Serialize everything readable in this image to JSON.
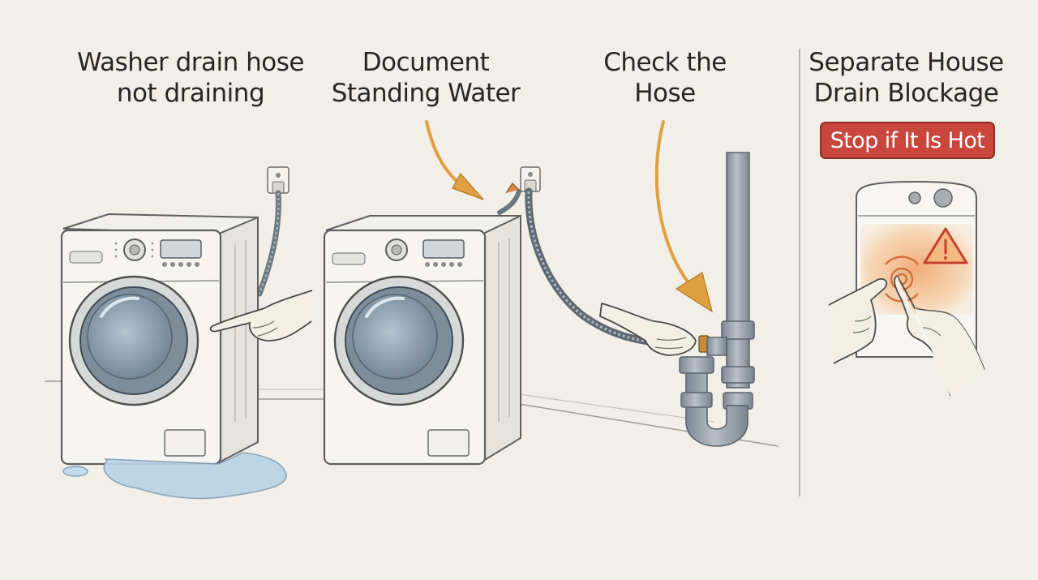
{
  "panels": [
    {
      "title_lines": [
        "Washer drain hose",
        "not draining"
      ]
    },
    {
      "title_lines": [
        "Document",
        "Standing Water"
      ]
    },
    {
      "title_lines": [
        "Check the",
        "Hose"
      ]
    },
    {
      "title_lines": [
        "Separate House",
        "Drain Blockage"
      ]
    }
  ],
  "warning_badge": {
    "label": "Stop if It Is Hot"
  },
  "colors": {
    "background": "#f1efe7",
    "arrow": "#e0a040",
    "badge": "#c9463d",
    "water": "#b9d3e6",
    "pipe": "#9aa3ad",
    "heat_glow": "#f2b980"
  },
  "icons": [
    "warning-triangle-icon",
    "pointing-hand-icon",
    "curved-arrow-icon",
    "washing-machine-icon",
    "drain-pipe-icon",
    "water-heater-icon"
  ]
}
